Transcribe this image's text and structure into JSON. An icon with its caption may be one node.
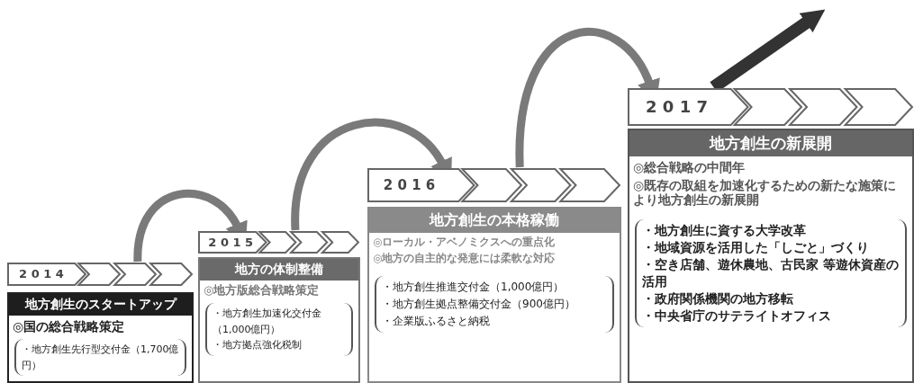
{
  "diagram": {
    "nodes": [
      {
        "text": [
          "2014"
        ]
      },
      {
        "text": [
          "地方創生のスタートアップ",
          "◎国の総合戦略策定"
        ]
      },
      {
        "text": [
          "・地方創生先行型交付金（1,700億円）"
        ],
        "in": 1
      },
      {
        "text": [
          "2015"
        ]
      },
      {
        "text": [
          "地方の体制整備",
          "◎地方版総合戦略策定"
        ]
      },
      {
        "text": [
          "・地方創生加速化交付金（1,000億円）",
          "・地方拠点強化税制"
        ],
        "in": 4
      },
      {
        "text": [
          "2016"
        ]
      },
      {
        "text": [
          "地方創生の本格稼働",
          "◎ローカル・アベノミクスへの重点化",
          "◎地方の自主的な発意には柔軟な対応"
        ]
      },
      {
        "text": [
          "・地方創生推進交付金（1,000億円）",
          "・地方創生拠点整備交付金（900億円）",
          "・企業版ふるさと納税"
        ],
        "in": 7
      },
      {
        "text": [
          "2017"
        ]
      },
      {
        "text": [
          "地方創生の新展開",
          "◎総合戦略の中間年",
          "◎既存の取組を加速化するための新たな施策により地方創生の新展開"
        ]
      },
      {
        "text": [
          "・地方創生に資する大学改革",
          "・地域資源を活用した「しごと」づくり",
          "・空き店舗、遊休農地、古民家 等遊休資産の活用",
          "・政府関係機関の地方移転",
          "・中央省庁のサテライトオフィス"
        ],
        "in": 10
      }
    ],
    "edges": [
      {
        "from": 0,
        "to": 3,
        "arrow": "to"
      },
      {
        "from": 3,
        "to": 6,
        "arrow": "to"
      },
      {
        "from": 6,
        "to": 9,
        "arrow": "to"
      },
      {
        "from": 9,
        "to": null,
        "arrow": "to",
        "color": "#333333"
      }
    ]
  }
}
